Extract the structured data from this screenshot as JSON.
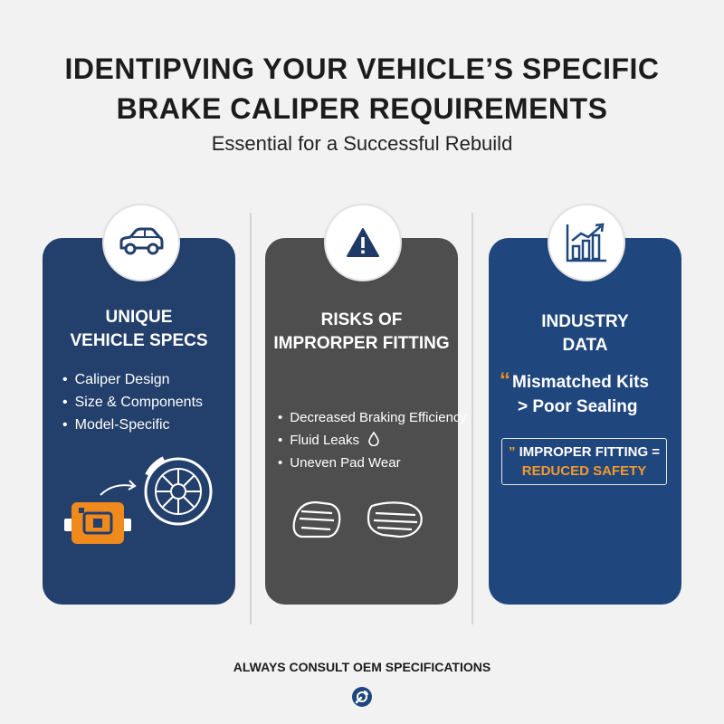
{
  "header": {
    "title_line1": "IDENTIPVING YOUR VEHICLE’S SPECIFIC",
    "title_line2": "BRAKE CALIPER REQUIREMENTS",
    "subtitle": "Essential for a Successful Rebuild"
  },
  "cards": [
    {
      "icon": "car-icon",
      "heading_line1": "UNIQUE",
      "heading_line2": "VEHICLE SPECS",
      "bullets": [
        "Caliper Design",
        "Size & Components",
        "Model-Specific"
      ],
      "illustration": "caliper-and-rotor-illustration",
      "color": "#233f6b"
    },
    {
      "icon": "warning-icon",
      "heading_line1": "RISKS OF",
      "heading_line2": "IMPRORPER FITTING",
      "bullets": [
        "Decreased Braking Efficiency",
        "Fluid Leaks",
        "Uneven Pad Wear"
      ],
      "illustration": "brake-pads-illustration",
      "color": "#4e4e4e"
    },
    {
      "icon": "bar-chart-icon",
      "heading_line1": "INDUSTRY",
      "heading_line2": "DATA",
      "quote_line1": "Mismatched Kits",
      "quote_line2": "> Poor Sealing",
      "box_line1": "IMPROPER FITTING =",
      "box_line2": "REDUCED SAFETY",
      "color": "#1f477e"
    }
  ],
  "colors": {
    "accent": "#f39a2c"
  },
  "footer": {
    "text": "ALWAYS CONSULT OEM SPECIFICATIONS",
    "icon": "wrench-gear-icon"
  }
}
